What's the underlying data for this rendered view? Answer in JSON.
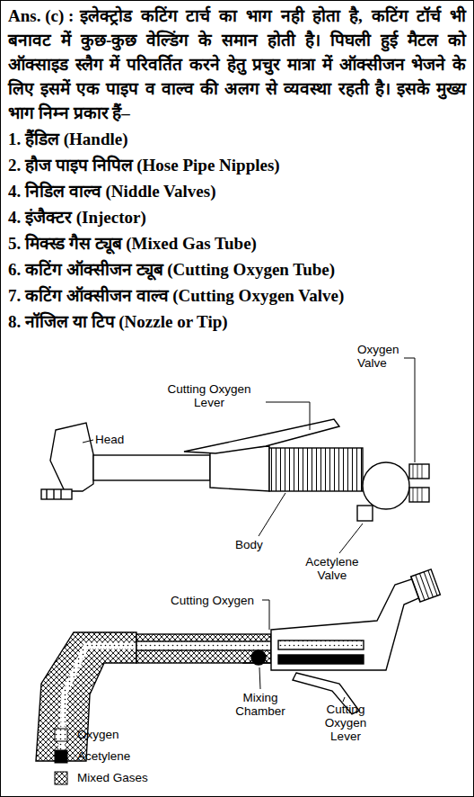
{
  "diagram": {
    "labels": [
      "Ans. (c) :",
      "इलेक्ट्रोड कटिंग टार्च का भाग नही होता है, कटिंग टॉर्च भी बनावट में कुछ-कुछ वेल्डिंग के समान होती है। पिघली हुई मैटल को ऑक्साइड स्लैग में परिवर्तित करने हेतु प्रचुर मात्रा में ऑक्सीजन भेजने के लिए इसमें एक पाइप व वाल्व की अलग से व्यवस्था रहती है। इसके मुख्य भाग निम्न प्रकार हैं–",
      "1. हैंडिल (Handle)",
      "2. हौज पाइप निपिल (Hose Pipe Nipples)",
      "4. निडिल वाल्व (Niddle Valves)",
      "4. इंजैक्टर (Injector)",
      "5. मिक्स्ड गैस ट्यूब (Mixed Gas Tube)",
      "6. कटिंग ऑक्सीजन ट्यूब (Cutting Oxygen Tube)",
      "7. कटिंग ऑक्सीजन वाल्व (Cutting Oxygen Valve)",
      "8. नॉजिल या टिप (Nozzle or Tip)",
      "Oxygen Valve",
      "Cutting Oxygen Lever",
      "Head",
      "Body",
      "Acetylene Valve",
      "Cutting Oxygen",
      "Mixing Chamber",
      "Cutting Oxygen Lever"
    ],
    "legend": [
      {
        "text": "Oxygen"
      },
      {
        "text": "Acetylene",
        "color": "#000000"
      },
      {
        "text": "Mixed Gases"
      }
    ]
  }
}
